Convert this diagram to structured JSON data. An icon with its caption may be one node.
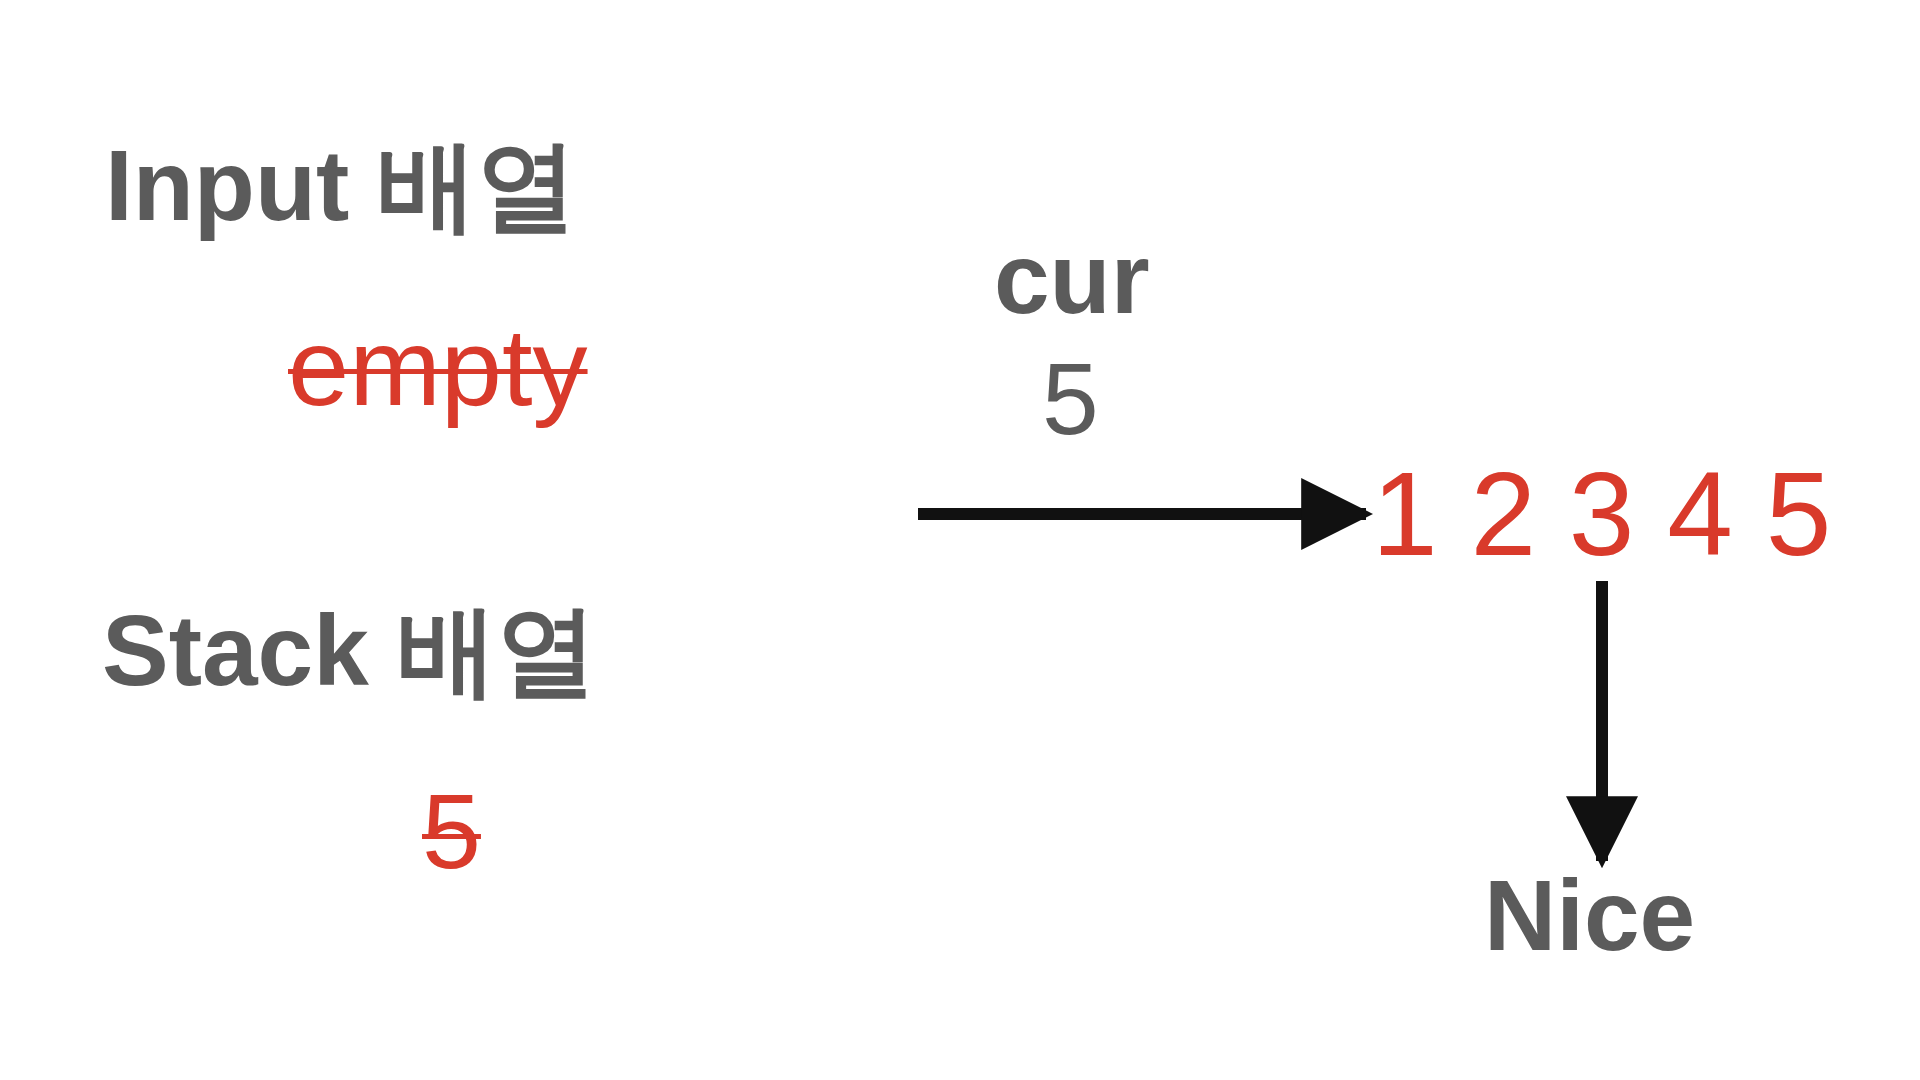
{
  "diagram": {
    "nodes": [
      {
        "text": [
          "1 2 3 4 5"
        ]
      },
      {
        "text": [
          "Nice"
        ]
      }
    ],
    "edges": [
      {
        "from": null,
        "to": 0,
        "arrow": "to"
      },
      {
        "from": 0,
        "to": 1,
        "arrow": "to"
      }
    ],
    "labels": [
      "Input 배열",
      "empty",
      "Stack 배열",
      "5",
      "cur",
      "5"
    ]
  }
}
